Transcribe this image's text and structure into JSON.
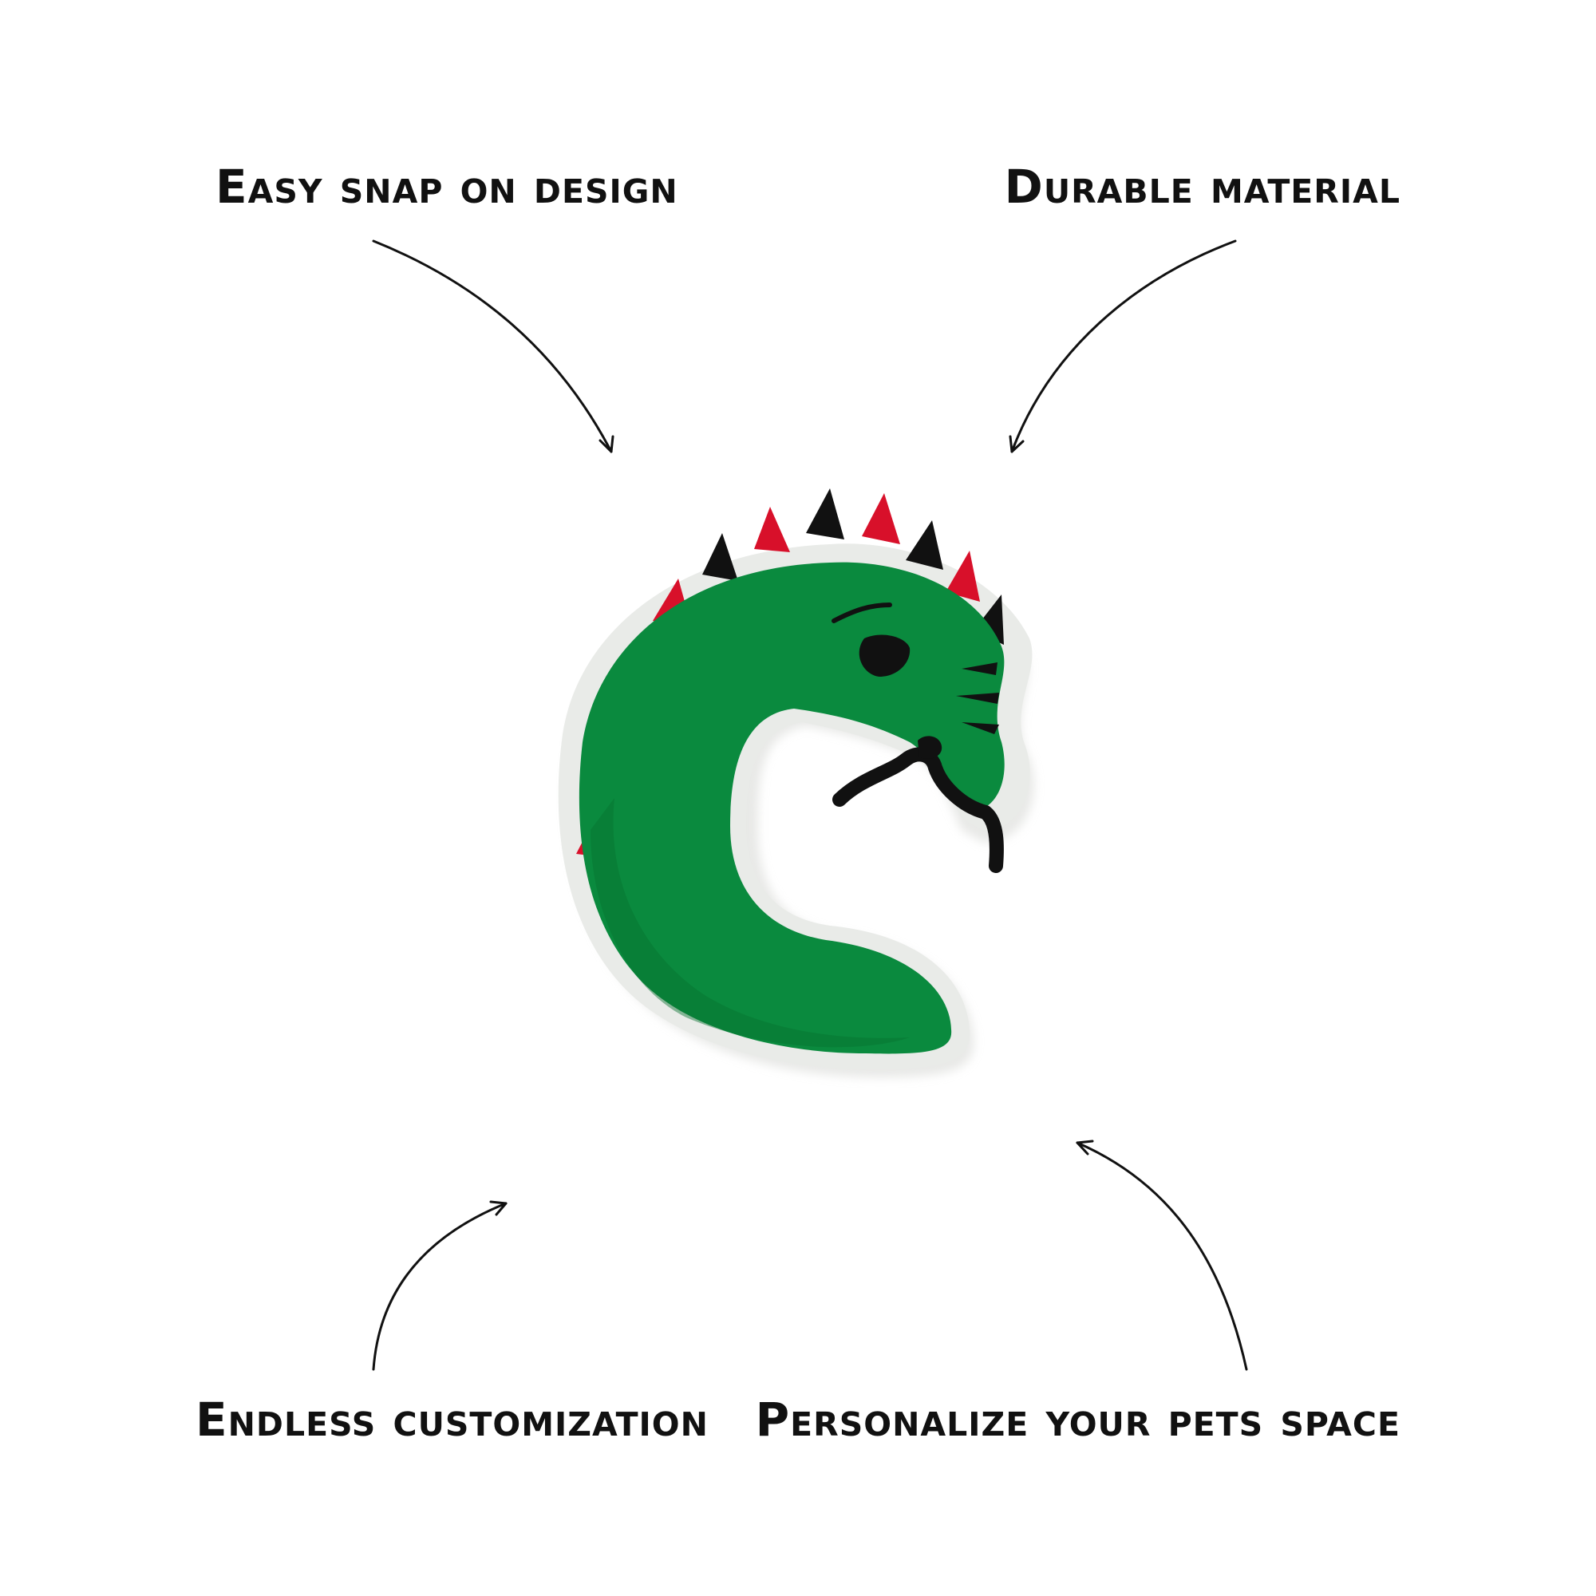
{
  "features": {
    "top_left": "Easy snap on design",
    "top_right": "Durable material",
    "bottom_left": "Endless customization",
    "bottom_right": "Personalize your pets space"
  },
  "product": {
    "icon": "dragon-letter-c-charm-icon",
    "colors": {
      "body": "#0a8a3e",
      "body_shade": "#07702f",
      "outline": "#e9ebe8",
      "spike_red": "#d8102a",
      "spike_black": "#111111",
      "background": "#ffffff"
    }
  }
}
